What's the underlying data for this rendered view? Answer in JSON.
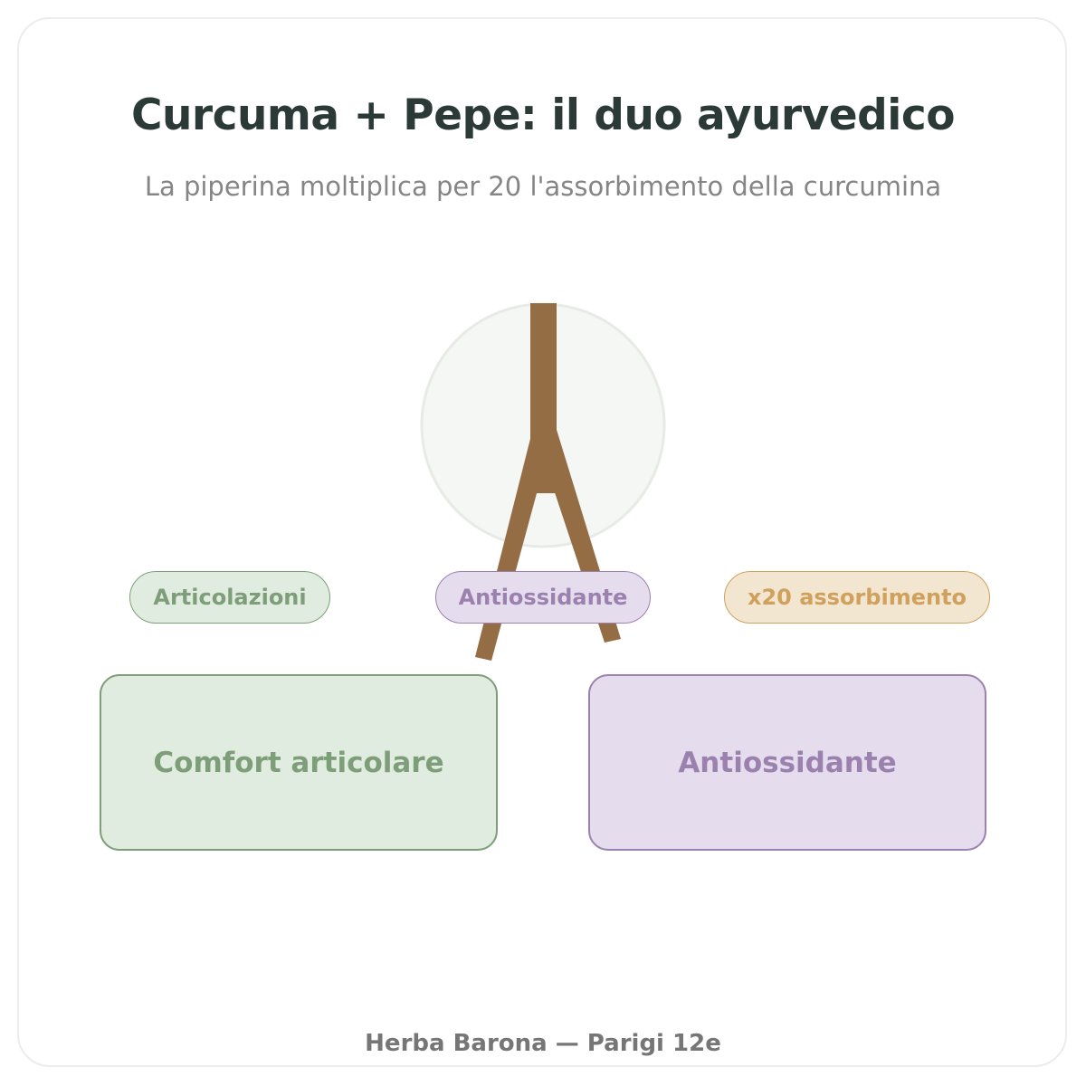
{
  "header": {
    "title": "Curcuma + Pepe: il duo ayurvedico",
    "subtitle": "La piperina moltiplica per 20 l'assorbimento della curcumina"
  },
  "pills": [
    {
      "label": "Articolazioni",
      "color": "#7d9e79"
    },
    {
      "label": "Antiossidante",
      "color": "#9b82ae"
    },
    {
      "label": "x20 assorbimento",
      "color": "#cfa15d"
    }
  ],
  "boxes": [
    {
      "label": "Comfort articolare",
      "color": "#7d9e79"
    },
    {
      "label": "Antiossidante",
      "color": "#9b82ae"
    }
  ],
  "footer": {
    "text": "Herba Barona — Parigi 12e"
  },
  "colors": {
    "trunk": "#946d45",
    "circle_fill": "#f5f7f4",
    "circle_stroke": "#e6ebe5"
  }
}
